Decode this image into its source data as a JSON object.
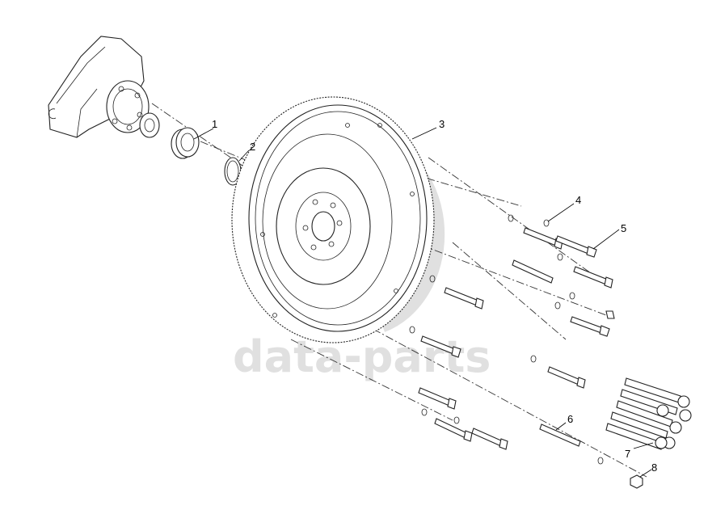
{
  "watermark": {
    "text": "data-parts",
    "color": "#d6d6d6"
  },
  "callouts": [
    {
      "label": "1"
    },
    {
      "label": "2"
    },
    {
      "label": "3"
    },
    {
      "label": "4"
    },
    {
      "label": "5"
    },
    {
      "label": "6"
    },
    {
      "label": "7"
    },
    {
      "label": "8"
    }
  ],
  "colors": {
    "line": "#222222",
    "background": "#ffffff"
  }
}
